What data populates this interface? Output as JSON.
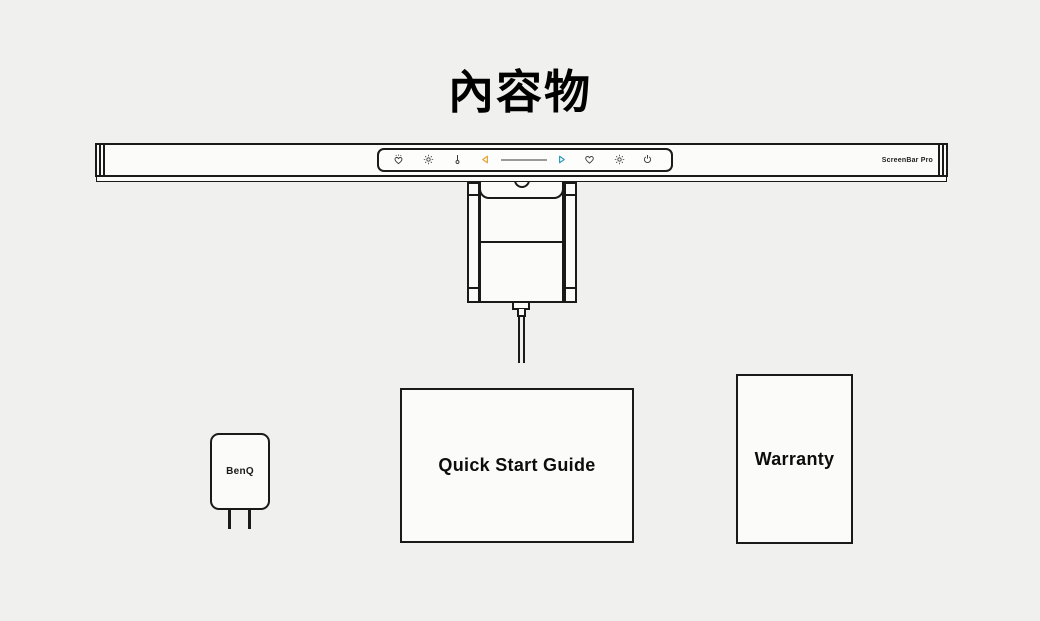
{
  "title": "內容物",
  "lightbar": {
    "label": "ScreenBar Pro",
    "control_panel": {
      "icons": [
        {
          "name": "favorite-mode-icon",
          "glyph": "heart-with-rays",
          "color": "#3a3a3a"
        },
        {
          "name": "brightness-icon",
          "glyph": "sun",
          "color": "#3a3a3a"
        },
        {
          "name": "color-temp-icon",
          "glyph": "thermometer",
          "color": "#3a3a3a"
        },
        {
          "name": "decrease-triangle-icon",
          "glyph": "triangle-left-outline",
          "color": "#e8a23b"
        },
        {
          "name": "slider-line",
          "glyph": "horizontal-line",
          "color": "#9a9a9a"
        },
        {
          "name": "increase-triangle-icon",
          "glyph": "triangle-right-outline",
          "color": "#2e9bc1"
        },
        {
          "name": "heart-icon",
          "glyph": "heart-outline",
          "color": "#3a3a3a"
        },
        {
          "name": "auto-brightness-icon",
          "glyph": "sun",
          "color": "#3a3a3a"
        },
        {
          "name": "power-icon",
          "glyph": "power-symbol",
          "color": "#3a3a3a"
        }
      ]
    }
  },
  "adapter": {
    "brand": "BenQ"
  },
  "boxes": {
    "quick_start_guide": "Quick Start Guide",
    "warranty": "Warranty"
  },
  "colors": {
    "background": "#f0f0ee",
    "line": "#1a1a1a",
    "fill_white": "#fbfbfa",
    "accent_orange": "#e8a23b",
    "accent_blue": "#2e9bc1",
    "slider_gray": "#9a9a9a"
  }
}
